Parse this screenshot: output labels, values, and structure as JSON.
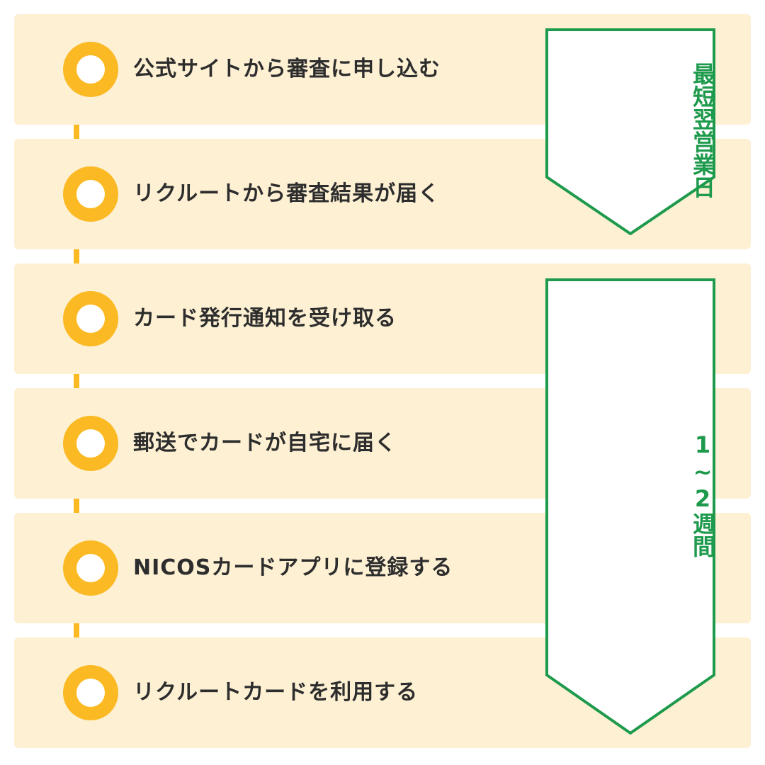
{
  "steps": [
    {
      "label": "公式サイトから審査に申し込む"
    },
    {
      "label": "リクルートから審査結果が届く"
    },
    {
      "label": "カード発行通知を受け取る"
    },
    {
      "label": "郵送でカードが自宅に届く"
    },
    {
      "label": "NICOSカードアプリに登録する"
    },
    {
      "label": "リクルートカードを利用する"
    }
  ],
  "durations": [
    {
      "label": "最短翌営業日"
    },
    {
      "label": "1~2週間"
    }
  ],
  "colors": {
    "step_background": "#fdf0d3",
    "circle": "#fbb923",
    "duration_accent": "#1e9a4c",
    "text": "#2d2d2d"
  }
}
